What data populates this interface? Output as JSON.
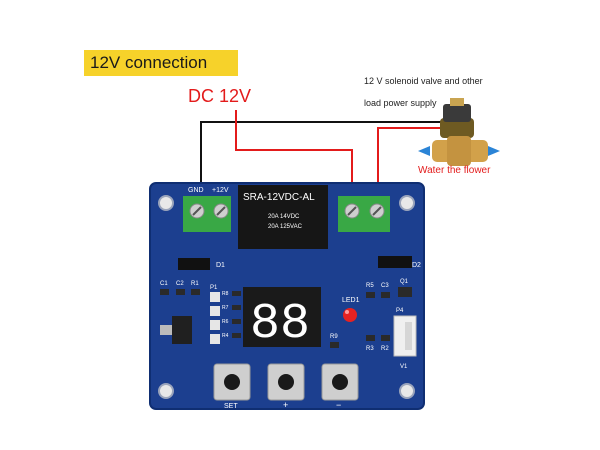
{
  "heading": "12V connection",
  "dc_label": "DC 12V",
  "load_label_line1": "12 V solenoid valve and other",
  "load_label_line2": "load power supply",
  "water_label": "Water the flower",
  "colors": {
    "heading_bg": "#f6d22a",
    "wire_red": "#e31b1b",
    "wire_black": "#111111",
    "pcb_blue": "#1c3f8f",
    "terminal_green": "#39a845",
    "relay_black": "#161616",
    "display_dark": "#1a1a1a",
    "display_red": "#ffffff"
  },
  "board": {
    "terminal_left_labels": [
      "GND",
      "+12V"
    ],
    "relay_text_line1": "SRA-12VDC-AL",
    "relay_text_line2": "20A 14VDC",
    "relay_text_line3": "20A 125VAC",
    "display_digits": "88",
    "led_label": "LED1",
    "button_labels": [
      "SET",
      "+",
      "−"
    ],
    "component_labels": {
      "d1": "D1",
      "d2": "D2",
      "c1": "C1",
      "c2": "C2",
      "r1": "R1",
      "p1": "P1",
      "r8": "R8",
      "r7": "R7",
      "r6": "R6",
      "r5": "R5",
      "r4": "R4",
      "r3": "R3",
      "r2": "R2",
      "r9": "R9",
      "c3": "C3",
      "q1": "Q1",
      "p4": "P4",
      "v1": "V1"
    }
  }
}
